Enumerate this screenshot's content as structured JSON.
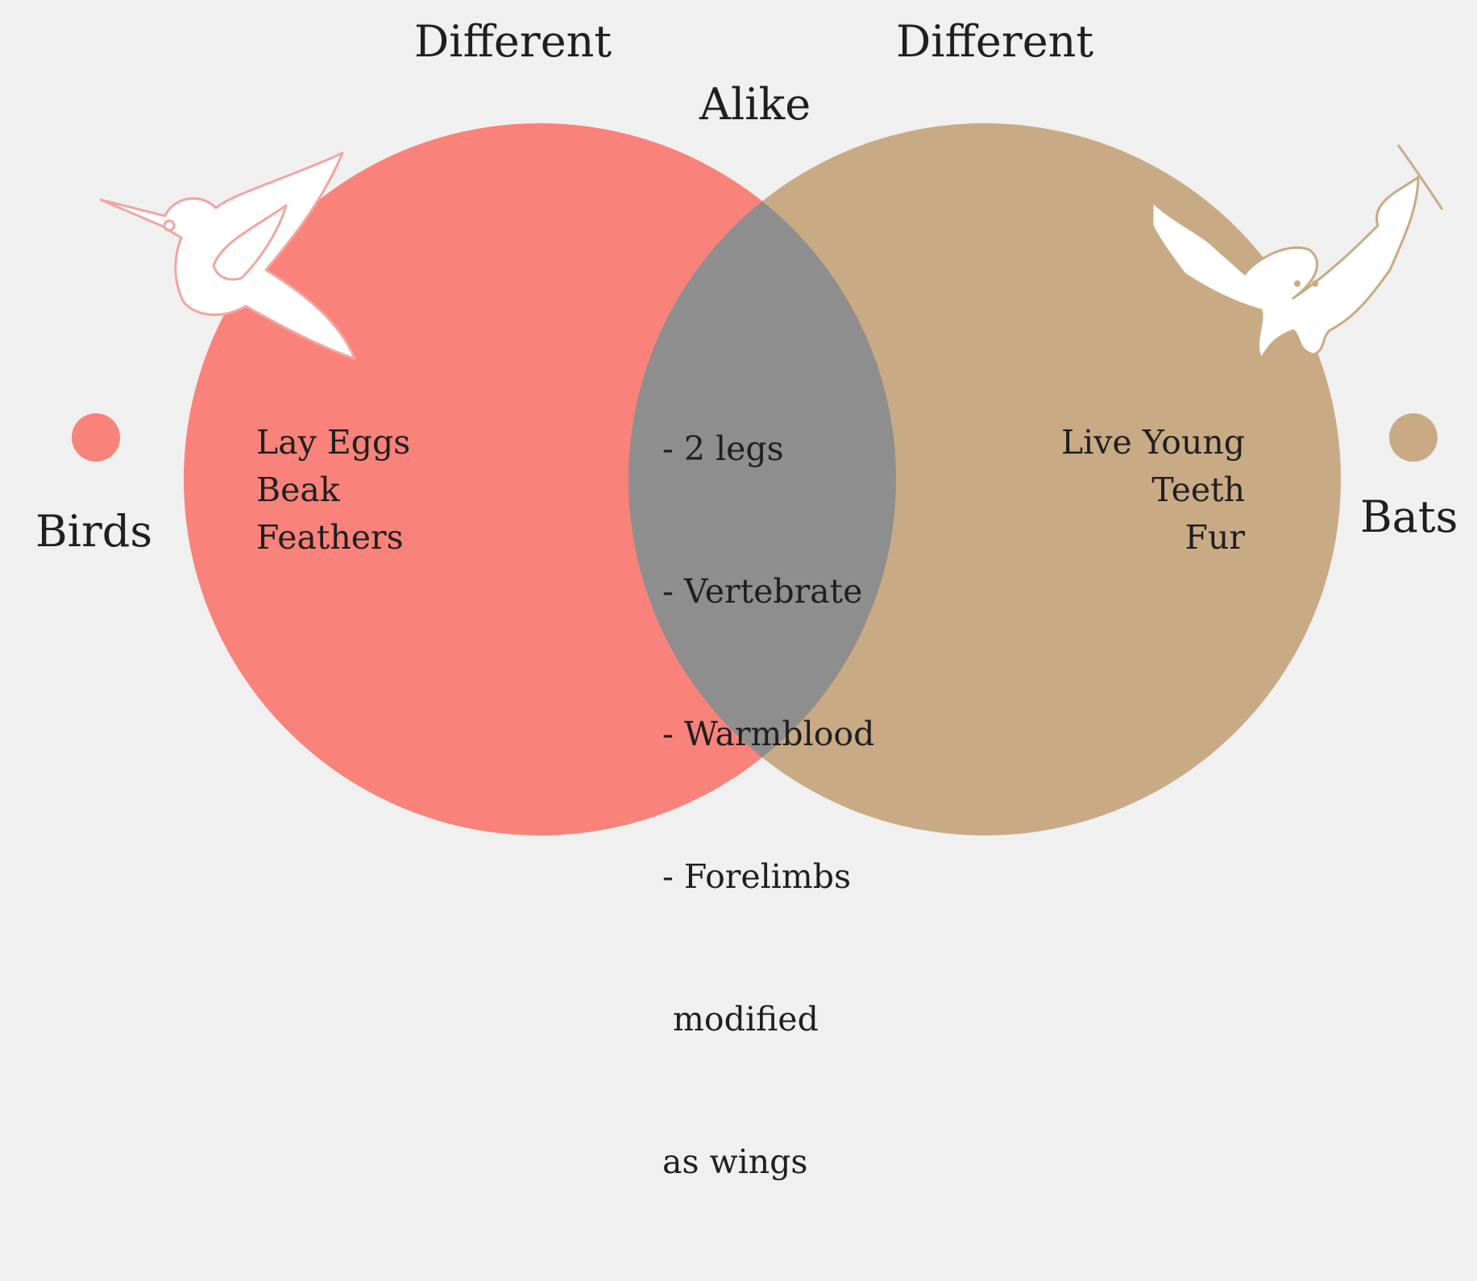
{
  "headings": {
    "left_different": "Different",
    "right_different": "Different",
    "alike": "Alike"
  },
  "sets": {
    "left": {
      "label": "Birds",
      "color": "#f9827a",
      "icon": "bird-icon",
      "items": [
        "Lay Eggs",
        "Beak",
        "Feathers"
      ]
    },
    "right": {
      "label": "Bats",
      "color": "#c8aa85",
      "icon": "bat-icon",
      "items": [
        "Live Young",
        "Teeth",
        "Fur"
      ]
    }
  },
  "overlap": {
    "color": "#8e8e8e",
    "items": [
      "- 2 legs",
      "- Vertebrate",
      "- Warmblood",
      "- Forelimbs",
      " modified",
      "as wings"
    ]
  }
}
